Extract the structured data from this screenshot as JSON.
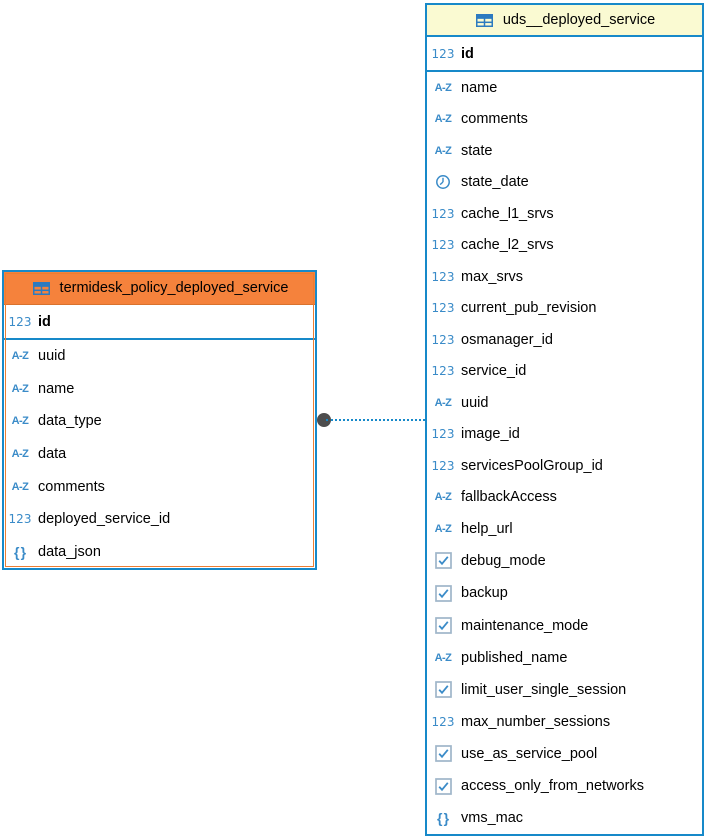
{
  "diagram": {
    "type": "er-diagram",
    "colors": {
      "table_border": "#1789C9",
      "icon_blue": "#3A8BC8",
      "checkbox_border": "#9FB6C9",
      "relation_line": "#1789C9",
      "relation_dot": "#4D4D4D",
      "selected_header": "#F5823C",
      "selected_outline": "#ED7D31",
      "normal_header": "#FAFAD2"
    },
    "tables": [
      {
        "title": "termidesk_policy_deployed_service",
        "selected": true,
        "header_color": "#F5823C",
        "primary_key": {
          "type": "numeric",
          "label": "id"
        },
        "columns": [
          {
            "type": "text",
            "label": "uuid"
          },
          {
            "type": "text",
            "label": "name"
          },
          {
            "type": "text",
            "label": "data_type"
          },
          {
            "type": "text",
            "label": "data"
          },
          {
            "type": "text",
            "label": "comments"
          },
          {
            "type": "numeric",
            "label": "deployed_service_id"
          },
          {
            "type": "json",
            "label": "data_json"
          }
        ]
      },
      {
        "title": "uds__deployed_service",
        "selected": false,
        "header_color": "#FAFAD2",
        "primary_key": {
          "type": "numeric",
          "label": "id"
        },
        "columns": [
          {
            "type": "text",
            "label": "name"
          },
          {
            "type": "text",
            "label": "comments"
          },
          {
            "type": "text",
            "label": "state"
          },
          {
            "type": "datetime",
            "label": "state_date"
          },
          {
            "type": "numeric",
            "label": "cache_l1_srvs"
          },
          {
            "type": "numeric",
            "label": "cache_l2_srvs"
          },
          {
            "type": "numeric",
            "label": "max_srvs"
          },
          {
            "type": "numeric",
            "label": "current_pub_revision"
          },
          {
            "type": "numeric",
            "label": "osmanager_id"
          },
          {
            "type": "numeric",
            "label": "service_id"
          },
          {
            "type": "text",
            "label": "uuid"
          },
          {
            "type": "numeric",
            "label": "image_id"
          },
          {
            "type": "numeric",
            "label": "servicesPoolGroup_id"
          },
          {
            "type": "text",
            "label": "fallbackAccess"
          },
          {
            "type": "text",
            "label": "help_url"
          },
          {
            "type": "boolean",
            "label": "debug_mode"
          },
          {
            "type": "boolean",
            "label": "backup"
          },
          {
            "type": "boolean",
            "label": "maintenance_mode"
          },
          {
            "type": "text",
            "label": "published_name"
          },
          {
            "type": "boolean",
            "label": "limit_user_single_session"
          },
          {
            "type": "numeric",
            "label": "max_number_sessions"
          },
          {
            "type": "boolean",
            "label": "use_as_service_pool"
          },
          {
            "type": "boolean",
            "label": "access_only_from_networks"
          },
          {
            "type": "json",
            "label": "vms_mac"
          }
        ]
      }
    ],
    "relation": {
      "style": "dotted",
      "endpoint": "dot"
    }
  }
}
